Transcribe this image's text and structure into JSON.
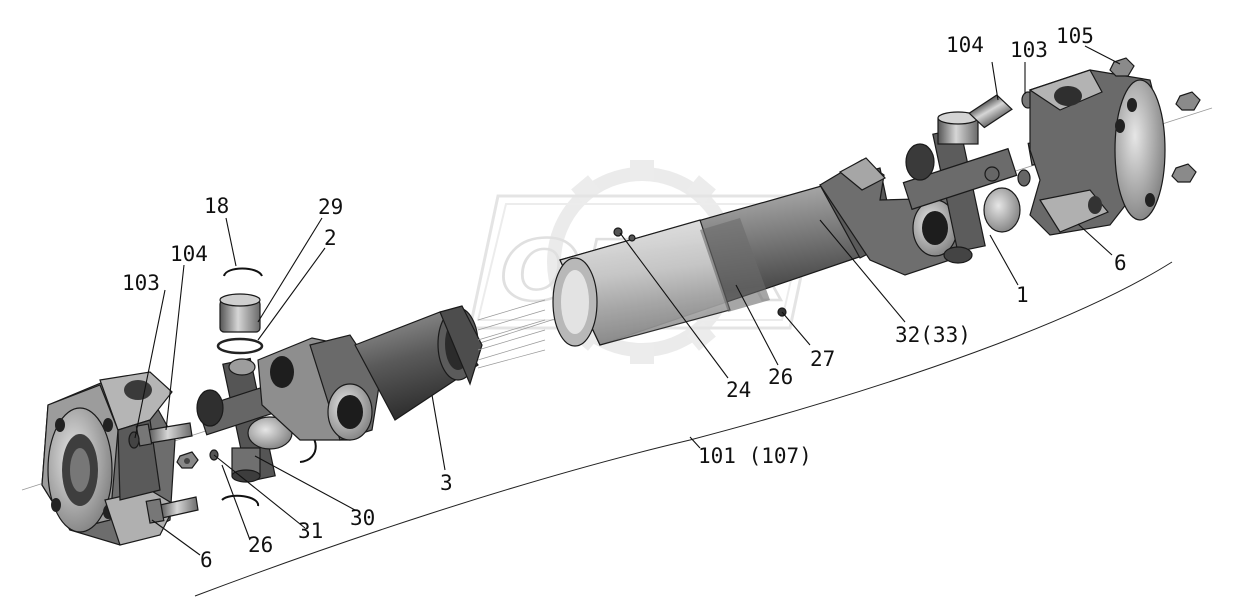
{
  "labels": {
    "p1": "1",
    "p2": "2",
    "p3": "3",
    "p6_left": "6",
    "p6_right": "6",
    "p18": "18",
    "p24": "24",
    "p26_left": "26",
    "p26_mid": "26",
    "p27": "27",
    "p29": "29",
    "p30": "30",
    "p31": "31",
    "p32": "32(33)",
    "p101": "101 (107)",
    "p103_left": "103",
    "p103_right": "103",
    "p104_left": "104",
    "p104_right": "104",
    "p105": "105"
  },
  "watermark": "OPEX",
  "colors": {
    "background": "#ffffff",
    "metal_dark": "#4a4a4a",
    "metal_mid": "#8c8c8c",
    "metal_light": "#c8c8c8",
    "watermark": "#e6e6e6",
    "ink": "#111111"
  }
}
